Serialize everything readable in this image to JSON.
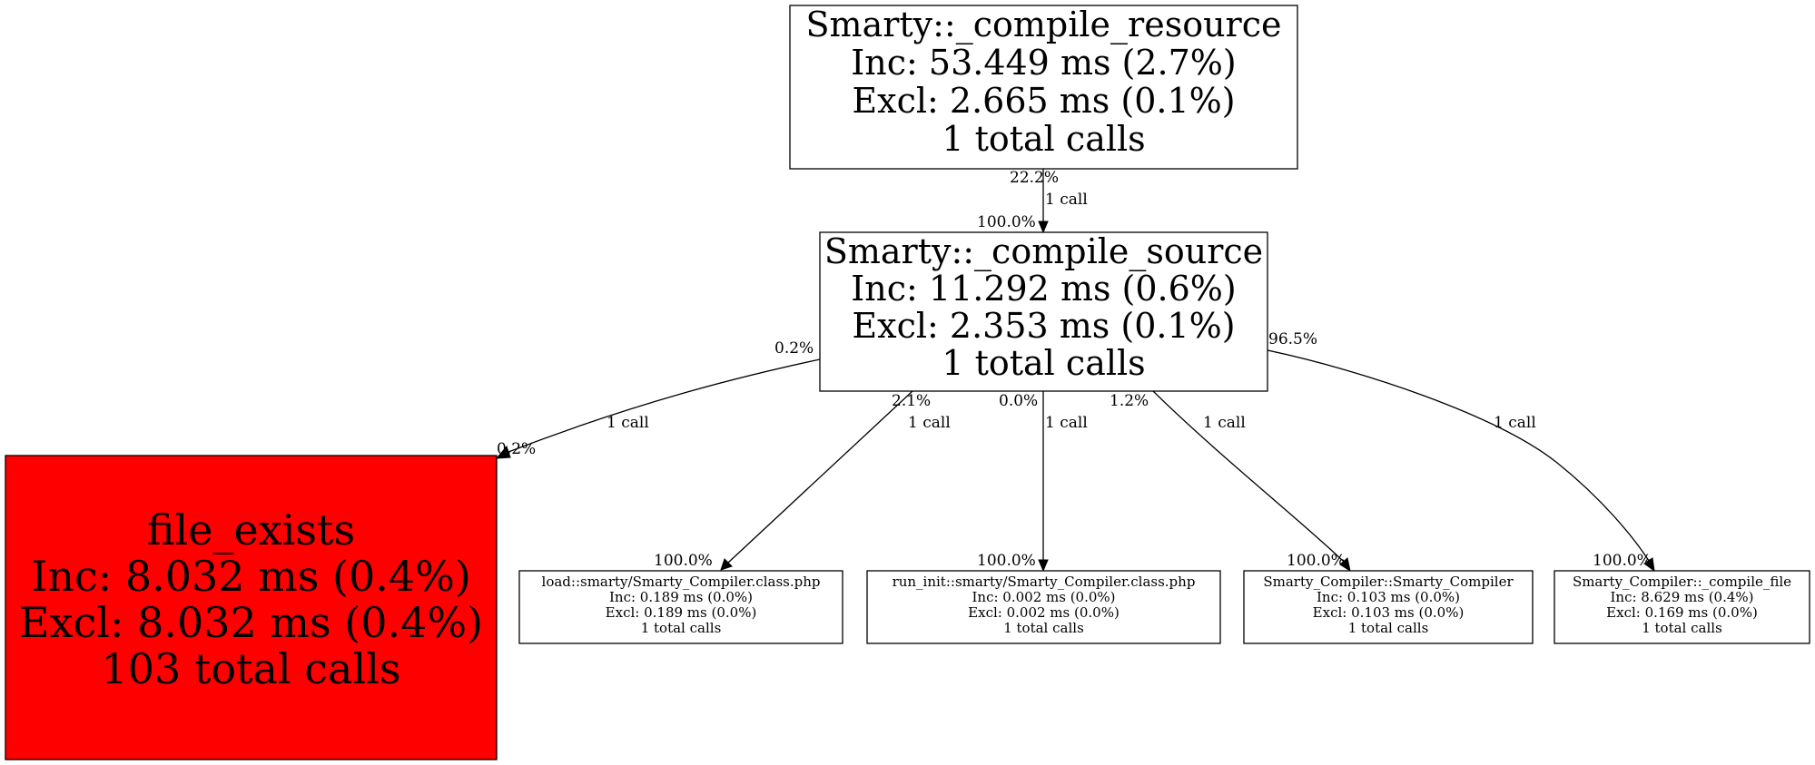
{
  "nodes": {
    "compile_resource": {
      "name": "Smarty::_compile_resource",
      "inc": "Inc: 53.449 ms (2.7%)",
      "excl": "Excl: 2.665 ms (0.1%)",
      "calls": "1 total calls"
    },
    "compile_source": {
      "name": "Smarty::_compile_source",
      "inc": "Inc: 11.292 ms (0.6%)",
      "excl": "Excl: 2.353 ms (0.1%)",
      "calls": "1 total calls"
    },
    "file_exists": {
      "name": "file_exists",
      "inc": "Inc: 8.032 ms (0.4%)",
      "excl": "Excl: 8.032 ms (0.4%)",
      "calls": "103 total calls",
      "fill": "#ff0000"
    },
    "load_compiler": {
      "name": "load::smarty/Smarty_Compiler.class.php",
      "inc": "Inc: 0.189 ms (0.0%)",
      "excl": "Excl: 0.189 ms (0.0%)",
      "calls": "1 total calls"
    },
    "run_init_compiler": {
      "name": "run_init::smarty/Smarty_Compiler.class.php",
      "inc": "Inc: 0.002 ms (0.0%)",
      "excl": "Excl: 0.002 ms (0.0%)",
      "calls": "1 total calls"
    },
    "compiler_ctor": {
      "name": "Smarty_Compiler::Smarty_Compiler",
      "inc": "Inc: 0.103 ms (0.0%)",
      "excl": "Excl: 0.103 ms (0.0%)",
      "calls": "1 total calls"
    },
    "compile_file": {
      "name": "Smarty_Compiler::_compile_file",
      "inc": "Inc: 8.629 ms (0.4%)",
      "excl": "Excl: 0.169 ms (0.0%)",
      "calls": "1 total calls"
    }
  },
  "edges": [
    {
      "from": "compile_resource",
      "to": "compile_source",
      "tail": "22.2%",
      "calls": "1 call",
      "head": "100.0%"
    },
    {
      "from": "compile_source",
      "to": "file_exists",
      "tail": "0.2%",
      "calls": "1 call",
      "head": "0.2%"
    },
    {
      "from": "compile_source",
      "to": "load_compiler",
      "tail": "2.1%",
      "calls": "1 call",
      "head": "100.0%"
    },
    {
      "from": "compile_source",
      "to": "run_init_compiler",
      "tail": "0.0%",
      "calls": "1 call",
      "head": "100.0%"
    },
    {
      "from": "compile_source",
      "to": "compiler_ctor",
      "tail": "1.2%",
      "calls": "1 call",
      "head": "100.0%"
    },
    {
      "from": "compile_source",
      "to": "compile_file",
      "tail": "96.5%",
      "calls": "1 call",
      "head": "100.0%"
    }
  ]
}
